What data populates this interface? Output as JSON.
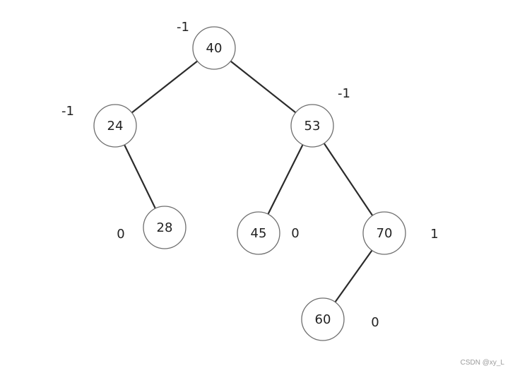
{
  "tree": {
    "nodes": [
      {
        "id": "n40",
        "label": "40",
        "balance": "-1"
      },
      {
        "id": "n24",
        "label": "24",
        "balance": "-1"
      },
      {
        "id": "n53",
        "label": "53",
        "balance": "-1"
      },
      {
        "id": "n28",
        "label": "28",
        "balance": "0"
      },
      {
        "id": "n45",
        "label": "45",
        "balance": "0"
      },
      {
        "id": "n70",
        "label": "70",
        "balance": "1"
      },
      {
        "id": "n60",
        "label": "60",
        "balance": "0"
      }
    ],
    "edges": [
      {
        "from": "n40",
        "to": "n24"
      },
      {
        "from": "n40",
        "to": "n53"
      },
      {
        "from": "n24",
        "to": "n28"
      },
      {
        "from": "n53",
        "to": "n45"
      },
      {
        "from": "n53",
        "to": "n70"
      },
      {
        "from": "n70",
        "to": "n60"
      }
    ]
  },
  "watermark": "CSDN @xy_L"
}
